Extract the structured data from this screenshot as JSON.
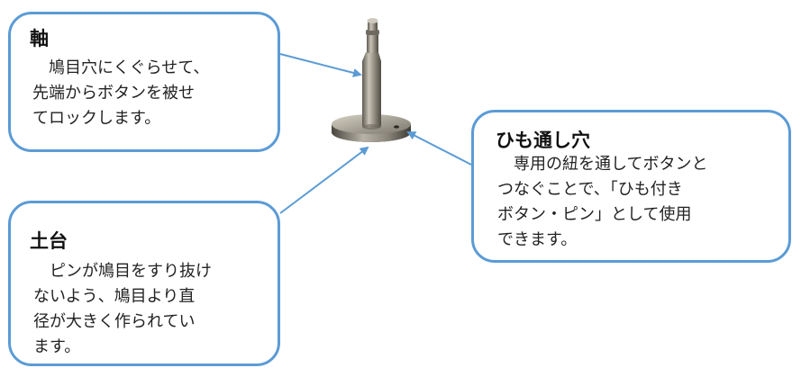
{
  "callouts": {
    "axis": {
      "title": "軸",
      "body": "　鳩目穴にくぐらせて、\n先端からボタンを被せ\nてロックします。"
    },
    "base": {
      "title": "土台",
      "body": "　ピンが鳩目をすり抜け\nないよう、鳩目より直\n径が大きく作られてい\nます。"
    },
    "hole": {
      "title": "ひも通し穴",
      "body": "　専用の紐を通してボタンと\nつなぐことで、「ひも付き\nボタン・ピン」として使用\nできます。"
    }
  },
  "colors": {
    "callout_border": "#5b9bd5",
    "arrow": "#5b9bd5",
    "metal": "#8a8578"
  }
}
